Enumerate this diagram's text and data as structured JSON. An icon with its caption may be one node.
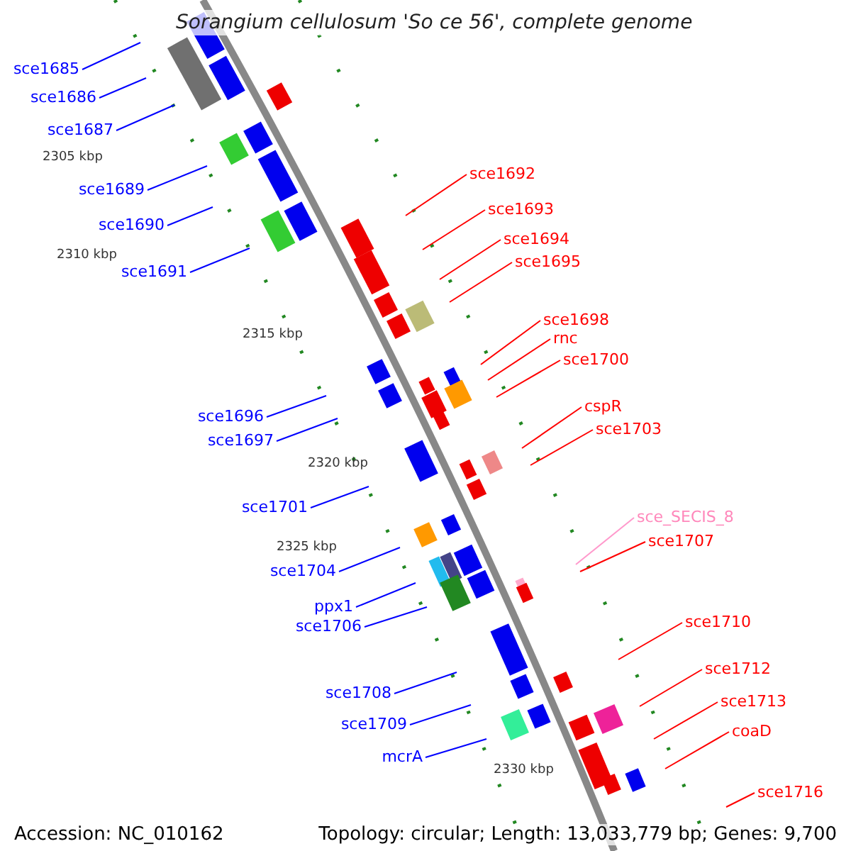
{
  "diagram": {
    "title": "Sorangium cellulosum 'So ce 56', complete genome",
    "nodes": [
      {
        "text": [
          "sce1685"
        ]
      },
      {
        "text": [
          "sce1686"
        ]
      },
      {
        "text": [
          "sce1687"
        ]
      },
      {
        "text": [
          "sce1692"
        ]
      },
      {
        "text": [
          "sce1689"
        ]
      },
      {
        "text": [
          "sce1693"
        ]
      },
      {
        "text": [
          "sce1690"
        ]
      },
      {
        "text": [
          "sce1694"
        ]
      },
      {
        "text": [
          "sce1695"
        ]
      },
      {
        "text": [
          "sce1691"
        ]
      },
      {
        "text": [
          "sce1698"
        ]
      },
      {
        "text": [
          "rnc"
        ]
      },
      {
        "text": [
          "sce1700"
        ]
      },
      {
        "text": [
          "cspR"
        ]
      },
      {
        "text": [
          "sce1696"
        ]
      },
      {
        "text": [
          "sce1703"
        ]
      },
      {
        "text": [
          "sce1697"
        ]
      },
      {
        "text": [
          "sce1701"
        ]
      },
      {
        "text": [
          "sce_SECIS_8"
        ]
      },
      {
        "text": [
          "sce1707"
        ]
      },
      {
        "text": [
          "sce1704"
        ]
      },
      {
        "text": [
          "ppx1"
        ]
      },
      {
        "text": [
          "sce1710"
        ]
      },
      {
        "text": [
          "sce1706"
        ]
      },
      {
        "text": [
          "sce1712"
        ]
      },
      {
        "text": [
          "sce1708"
        ]
      },
      {
        "text": [
          "sce1713"
        ]
      },
      {
        "text": [
          "sce1709"
        ]
      },
      {
        "text": [
          "coaD"
        ]
      },
      {
        "text": [
          "mcrA"
        ]
      },
      {
        "text": [
          "sce1716"
        ]
      }
    ],
    "edges": [
      {
        "from": 0,
        "to": null,
        "arrow": "none",
        "color": "#0000ff"
      },
      {
        "from": 1,
        "to": null,
        "arrow": "none",
        "color": "#0000ff"
      },
      {
        "from": 2,
        "to": null,
        "arrow": "none",
        "color": "#0000ff"
      },
      {
        "from": 3,
        "to": null,
        "arrow": "none",
        "color": "#ff0000"
      },
      {
        "from": 4,
        "to": null,
        "arrow": "none",
        "color": "#0000ff"
      },
      {
        "from": 5,
        "to": null,
        "arrow": "none",
        "color": "#ff0000"
      },
      {
        "from": 6,
        "to": null,
        "arrow": "none",
        "color": "#0000ff"
      },
      {
        "from": 7,
        "to": null,
        "arrow": "none",
        "color": "#ff0000"
      },
      {
        "from": 8,
        "to": null,
        "arrow": "none",
        "color": "#ff0000"
      },
      {
        "from": 9,
        "to": null,
        "arrow": "none",
        "color": "#0000ff"
      },
      {
        "from": 10,
        "to": null,
        "arrow": "none",
        "color": "#ff0000"
      },
      {
        "from": 11,
        "to": null,
        "arrow": "none",
        "color": "#ff0000"
      },
      {
        "from": 12,
        "to": null,
        "arrow": "none",
        "color": "#ff0000"
      },
      {
        "from": 13,
        "to": null,
        "arrow": "none",
        "color": "#ff0000"
      },
      {
        "from": 14,
        "to": null,
        "arrow": "none",
        "color": "#0000ff"
      },
      {
        "from": 15,
        "to": null,
        "arrow": "none",
        "color": "#ff0000"
      },
      {
        "from": 16,
        "to": null,
        "arrow": "none",
        "color": "#0000ff"
      },
      {
        "from": 17,
        "to": null,
        "arrow": "none",
        "color": "#0000ff"
      },
      {
        "from": 18,
        "to": null,
        "arrow": "none",
        "color": "#ff99cc"
      },
      {
        "from": 19,
        "to": null,
        "arrow": "none",
        "color": "#ff0000"
      },
      {
        "from": 20,
        "to": null,
        "arrow": "none",
        "color": "#0000ff"
      },
      {
        "from": 21,
        "to": null,
        "arrow": "none",
        "color": "#0000ff"
      },
      {
        "from": 22,
        "to": null,
        "arrow": "none",
        "color": "#ff0000"
      },
      {
        "from": 23,
        "to": null,
        "arrow": "none",
        "color": "#0000ff"
      },
      {
        "from": 24,
        "to": null,
        "arrow": "none",
        "color": "#ff0000"
      },
      {
        "from": 25,
        "to": null,
        "arrow": "none",
        "color": "#0000ff"
      },
      {
        "from": 26,
        "to": null,
        "arrow": "none",
        "color": "#ff0000"
      },
      {
        "from": 27,
        "to": null,
        "arrow": "none",
        "color": "#0000ff"
      },
      {
        "from": 28,
        "to": null,
        "arrow": "none",
        "color": "#ff0000"
      },
      {
        "from": 29,
        "to": null,
        "arrow": "none",
        "color": "#0000ff"
      },
      {
        "from": 30,
        "to": null,
        "arrow": "none",
        "color": "#ff0000"
      }
    ],
    "labels": [
      "2305 kbp",
      "2310 kbp",
      "2315 kbp",
      "2320 kbp",
      "2325 kbp",
      "2330 kbp",
      "Accession: NC_010162",
      "Topology: circular; Length: 13,033,779 bp; Genes: 9,700"
    ]
  }
}
